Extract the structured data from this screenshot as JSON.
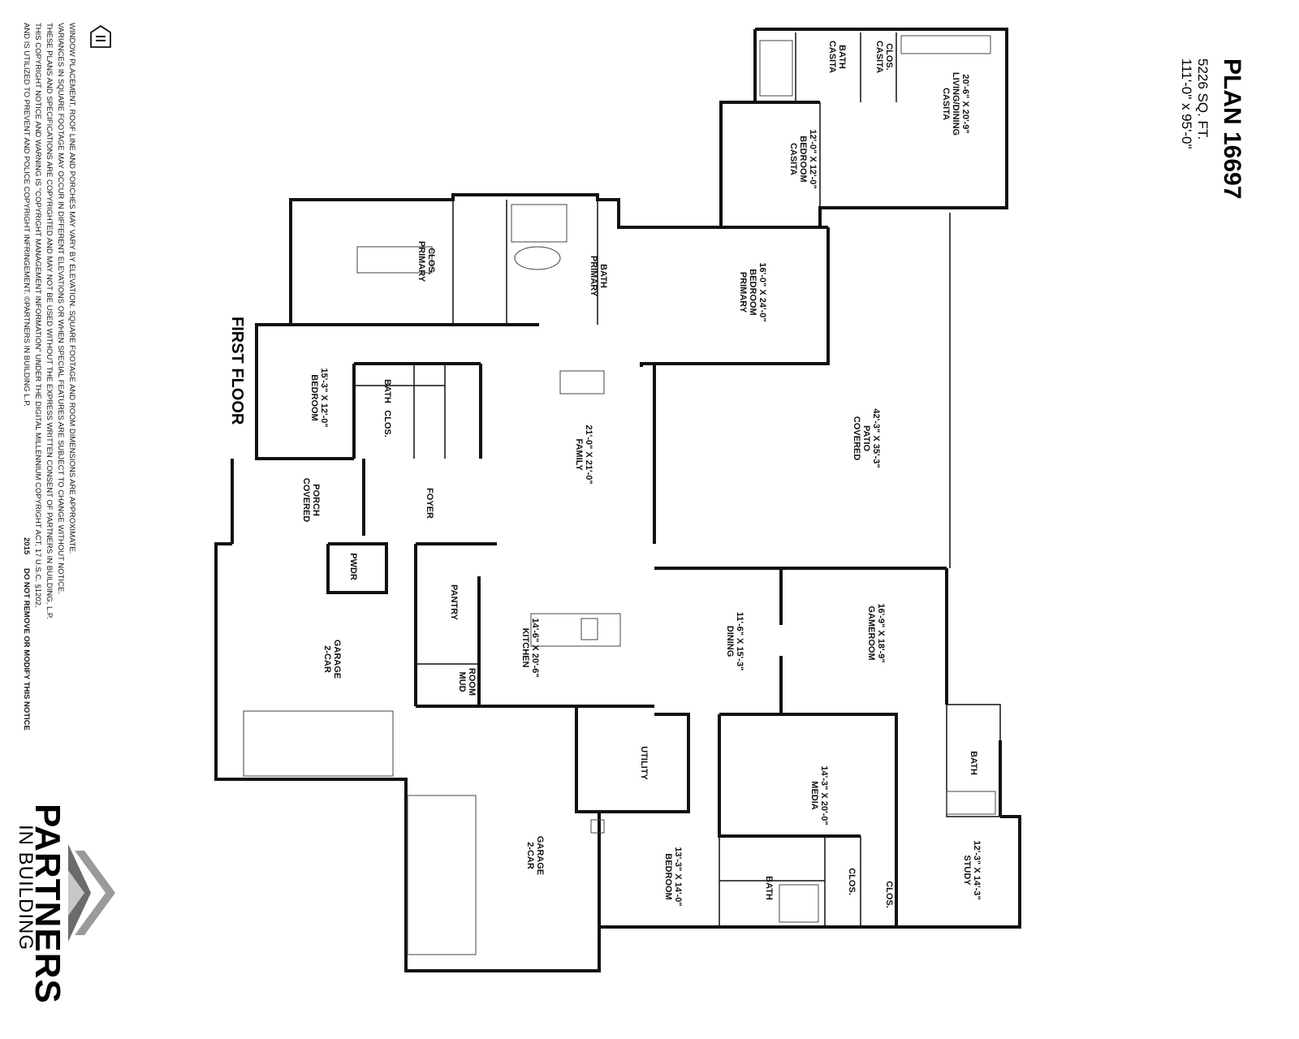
{
  "plan": {
    "title": "PLAN 16697",
    "sqft": "5226 SQ. FT.",
    "dims": "111'-0\" x 95'-0\""
  },
  "floor_label": "FIRST FLOOR",
  "rooms": {
    "casita_living": [
      "CASITA",
      "LIVING/DINING",
      "20'-6\" X 20'-9\""
    ],
    "casita_clos": [
      "CASITA",
      "CLOS."
    ],
    "casita_bath": [
      "CASITA",
      "BATH"
    ],
    "casita_bedroom": [
      "CASITA",
      "BEDROOM",
      "12'-0\" X 12'-0\""
    ],
    "primary_clos": [
      "PRIMARY",
      "CLOS."
    ],
    "primary_bath": [
      "PRIMARY",
      "BATH"
    ],
    "primary_bedroom": [
      "PRIMARY",
      "BEDROOM",
      "16'-0\" X 24'-0\""
    ],
    "covered_patio": [
      "COVERED",
      "PATIO",
      "42'-3\" X 35'-3\""
    ],
    "bedroom2": [
      "BEDROOM",
      "15'-3\" X 12'-0\""
    ],
    "bath2": [
      "BATH"
    ],
    "clos2": [
      "CLOS."
    ],
    "family": [
      "FAMILY",
      "21'-0\" X 21'-0\""
    ],
    "covered_porch": [
      "COVERED",
      "PORCH"
    ],
    "foyer": [
      "FOYER"
    ],
    "pwdr": [
      "PWDR"
    ],
    "pantry": [
      "PANTRY"
    ],
    "kitchen": [
      "KITCHEN",
      "14'-6\" X 20'-6\""
    ],
    "dining": [
      "DINING",
      "11'-6\" X 15'-3\""
    ],
    "gameroom": [
      "GAMEROOM",
      "16'-9\" X 18'-9\""
    ],
    "garage1": [
      "2-CAR",
      "GARAGE"
    ],
    "mud_room": [
      "MUD",
      "ROOM"
    ],
    "utility": [
      "UTILITY"
    ],
    "media": [
      "MEDIA",
      "14'-3\" X 20'-0\""
    ],
    "bath3": [
      "BATH"
    ],
    "garage2": [
      "2-CAR",
      "GARAGE"
    ],
    "bedroom3": [
      "BEDROOM",
      "13'-3\" X 14'-0\""
    ],
    "bath4": [
      "BATH"
    ],
    "clos4": [
      "CLOS."
    ],
    "clos5": [
      "CLOS."
    ],
    "study": [
      "STUDY",
      "12'-3\" X 14'-3\""
    ]
  },
  "disclaimer": [
    "WINDOW PLACEMENT, ROOF LINE AND PORCHES MAY VARY BY ELEVATION.  SQUARE FOOTAGE AND ROOM DIMENSIONS ARE APPROXIMATE.",
    "VARIANCES IN SQUARE FOOTAGE MAY OCCUR IN DIFFERENT ELEVATIONS OR WHEN SPECIAL FEATURES ARE SUBJECT TO CHANGE WITHOUT NOTICE.",
    "THESE PLANS AND SPECIFICATIONS ARE COPYRIGHTED AND MAY NOT BE USED WITHOUT THE EXPRESS WRITTEN CONSENT OF PARTNERS IN BUILDING, L.P.",
    "THIS COPYRIGHT NOTICE AND WARNING IS \"COPYRIGHT MANAGEMENT INFORMATION\" UNDER THE DIGITAL MILLENNIUM COPYRIGHT ACT, 17 U.S.C. §1202,",
    "AND IS UTILIZED TO PREVENT AND POLICE COPYRIGHT INFRINGEMENT.  ©PARTNERS IN BUILDING L.P."
  ],
  "notice_year": "2015",
  "notice_text": "DO NOT REMOVE OR MODIFY THIS NOTICE",
  "brand": {
    "name": "PARTNERS",
    "sub": "IN BUILDING"
  },
  "icons": [
    "equal-housing-icon",
    "partners-logo-chevron-icon"
  ]
}
